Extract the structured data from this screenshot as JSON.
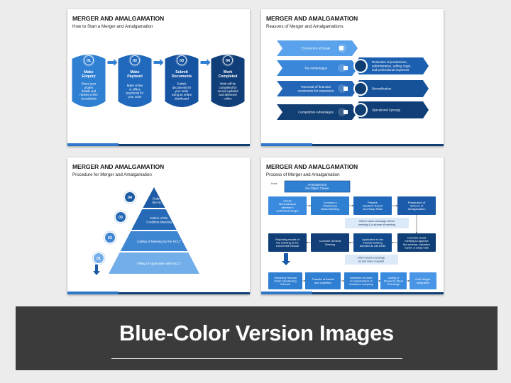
{
  "slides": [
    {
      "title": "MERGER AND AMALGAMATION",
      "subtitle": "How to Start a Merger and Amalgamation",
      "steps": [
        {
          "num": "01",
          "title": [
            "Make",
            "Enquiry"
          ],
          "body": [
            "Share your",
            "project",
            "details and",
            "receive a free",
            "consultation"
          ]
        },
        {
          "num": "02",
          "title": [
            "Make",
            "Payment"
          ],
          "body": [
            "Make online",
            "or offline",
            "payments for",
            "your order"
          ]
        },
        {
          "num": "03",
          "title": [
            "Submit",
            "Documents"
          ],
          "body": [
            "Submit",
            "documents for",
            "your order",
            "using an online",
            "dashboard"
          ]
        },
        {
          "num": "04",
          "title": [
            "Work",
            "Completed"
          ],
          "body": [
            "Work will be",
            "completed by",
            "us and updated",
            "and delivered",
            "online"
          ]
        }
      ]
    },
    {
      "title": "MERGER AND AMALGAMATION",
      "subtitle": "Reasons of Merger and Amalgamations",
      "left": [
        {
          "text": [
            "Economics of Scale"
          ],
          "icon": "scale-icon"
        },
        {
          "text": [
            "Tax Advantages"
          ],
          "icon": "umbrella-icon"
        },
        {
          "text": [
            "Removal of financial",
            "constraints for expansion"
          ],
          "icon": "money-icon"
        },
        {
          "text": [
            "Competitive Advantages"
          ],
          "icon": "trophy-icon"
        }
      ],
      "right": [
        {
          "text": [
            "Reduction of productions,",
            "administrative, selling, legal,",
            "and professional expenses"
          ],
          "icon": "gear-icon"
        },
        {
          "text": [
            "Diversification"
          ],
          "icon": "diversify-icon"
        },
        {
          "text": [
            "Operational Synergy"
          ],
          "icon": "chip-icon"
        }
      ]
    },
    {
      "title": "MERGER AND AMALGAMATION",
      "subtitle": "Procedure for Merger and Amalgamation",
      "levels": [
        {
          "num": "04",
          "text": [
            "Orders of",
            "the NCLT"
          ]
        },
        {
          "num": "03",
          "text": [
            "Notice of the",
            "Creditors Meeting"
          ]
        },
        {
          "num": "02",
          "text": [
            "Calling of Meeting by the NCLT"
          ]
        },
        {
          "num": "01",
          "text": [
            "Filling of Application with NCLT"
          ]
        }
      ]
    },
    {
      "title": "MERGER AND AMALGAMATION",
      "subtitle": "Process of Merger and Amalgamation",
      "ifnot": "If not",
      "amendment": [
        "Amendment in",
        "the Object Clause"
      ],
      "row1": [
        [
          "Check",
          "Memorandum",
          "whether it",
          "authorizes Merger"
        ],
        [
          "Convene a",
          "Preliminary",
          "Board Meeting"
        ],
        [
          "Prepare",
          "Valuation Report",
          "and Swap Ratio"
        ],
        [
          "Preparation of",
          "Scheme of",
          "Amalgamation"
        ]
      ],
      "inform1": [
        "Inform stock exchange before",
        "meeting & outcome of meeting"
      ],
      "row2": [
        [
          "Reporting results of",
          "the meeting to the",
          "concerned tribunal"
        ],
        [
          "Convene General",
          "Meeting"
        ],
        [
          "Application to the",
          "tribunal seeking",
          "direction to call AGM"
        ],
        [
          "Convene board",
          "meeting to approve",
          "the scheme, valuation",
          "report, & swap ratio"
        ]
      ],
      "inform2": [
        "Inform stock exchange",
        "as and when required"
      ],
      "row3": [
        [
          "Obtaining Tribunal",
          "Order Sanctioning",
          "Scheme"
        ],
        [
          "Transfer of Assets",
          "and Liabilities"
        ],
        [
          "Allotment of share",
          "to shareholders of",
          "transferor company"
        ],
        [
          "Listing of",
          "Shares to Stock",
          "Exchange"
        ],
        [
          "Post Merger",
          "Integration"
        ]
      ]
    }
  ],
  "banner": {
    "title": "Blue-Color Version Images"
  }
}
